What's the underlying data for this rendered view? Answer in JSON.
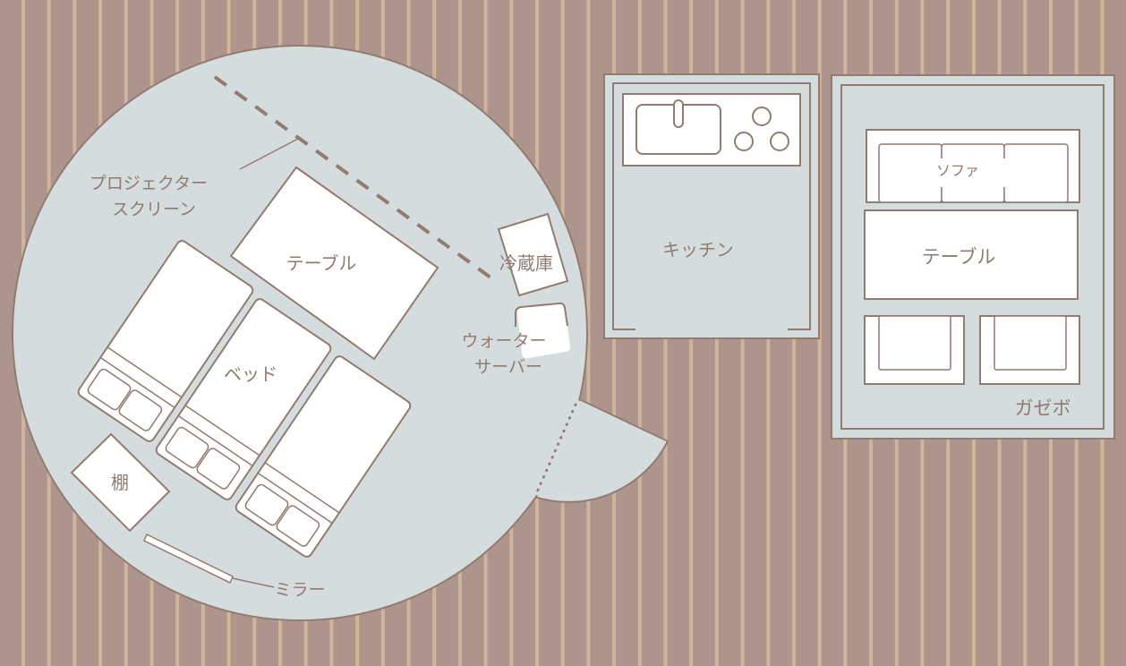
{
  "colors": {
    "floor": "#ad948d",
    "floor_stripe": "#cfb59c",
    "room_fill": "#d5dcde",
    "stroke": "#927c72",
    "furniture_fill": "#ffffff",
    "label": "#8f7b71"
  },
  "tent": {
    "projector_screen_label_line1": "プロジェクター",
    "projector_screen_label_line2": "スクリーン",
    "table_label": "テーブル",
    "bed_label": "ベッド",
    "fridge_label": "冷蔵庫",
    "water_server_label_line1": "ウォーター",
    "water_server_label_line2": "サーバー",
    "shelf_label": "棚",
    "mirror_label": "ミラー"
  },
  "kitchen": {
    "label": "キッチン"
  },
  "gazebo": {
    "sofa_label": "ソファ",
    "table_label": "テーブル",
    "label": "ガゼボ"
  }
}
